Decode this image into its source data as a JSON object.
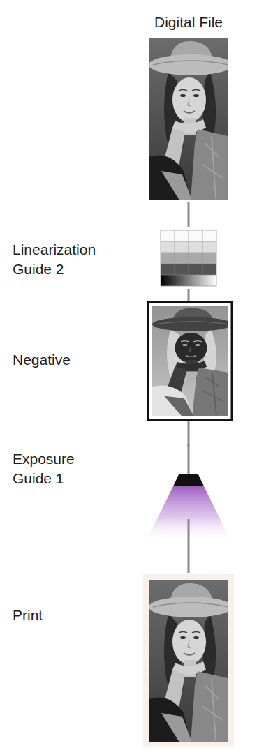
{
  "diagram": {
    "nodes": [
      {
        "text": [
          "Digital File"
        ]
      },
      {
        "text": [
          "Linearization Guide 2"
        ]
      },
      {
        "text": [
          "Negative"
        ]
      },
      {
        "text": [
          "Exposure Guide 1"
        ]
      },
      {
        "text": [
          "Print"
        ]
      }
    ],
    "edges": [
      {
        "from": 0,
        "to": 1,
        "arrow": "none"
      },
      {
        "from": 1,
        "to": 2,
        "arrow": "none"
      },
      {
        "from": 2,
        "to": 3,
        "arrow": "none"
      },
      {
        "from": 3,
        "to": 4,
        "arrow": "none"
      }
    ]
  }
}
